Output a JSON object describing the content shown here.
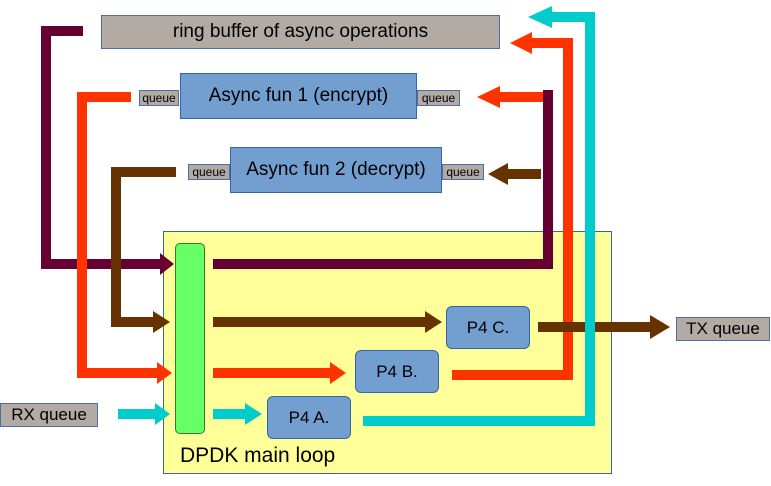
{
  "ring_buffer": {
    "label": "ring buffer of async operations"
  },
  "async_fun_1": {
    "label": "Async fun 1 (encrypt)",
    "queue_left": "queue",
    "queue_right": "queue"
  },
  "async_fun_2": {
    "label": "Async fun 2 (decrypt)",
    "queue_left": "queue",
    "queue_right": "queue"
  },
  "dpdk": {
    "label": "DPDK main loop"
  },
  "p4": {
    "a": "P4 A.",
    "b": "P4 B.",
    "c": "P4 C."
  },
  "rx_queue": {
    "label": "RX queue"
  },
  "tx_queue": {
    "label": "TX queue"
  },
  "colors": {
    "ring_path": "#660033",
    "encrypt_path": "#ff3300",
    "decrypt_path": "#663300",
    "rx_path": "#00cccc",
    "dpdk_background": "#ffff99",
    "box_blue": "#729fcf",
    "box_gray": "#b2aaa3",
    "hub_green": "#66ff66"
  }
}
